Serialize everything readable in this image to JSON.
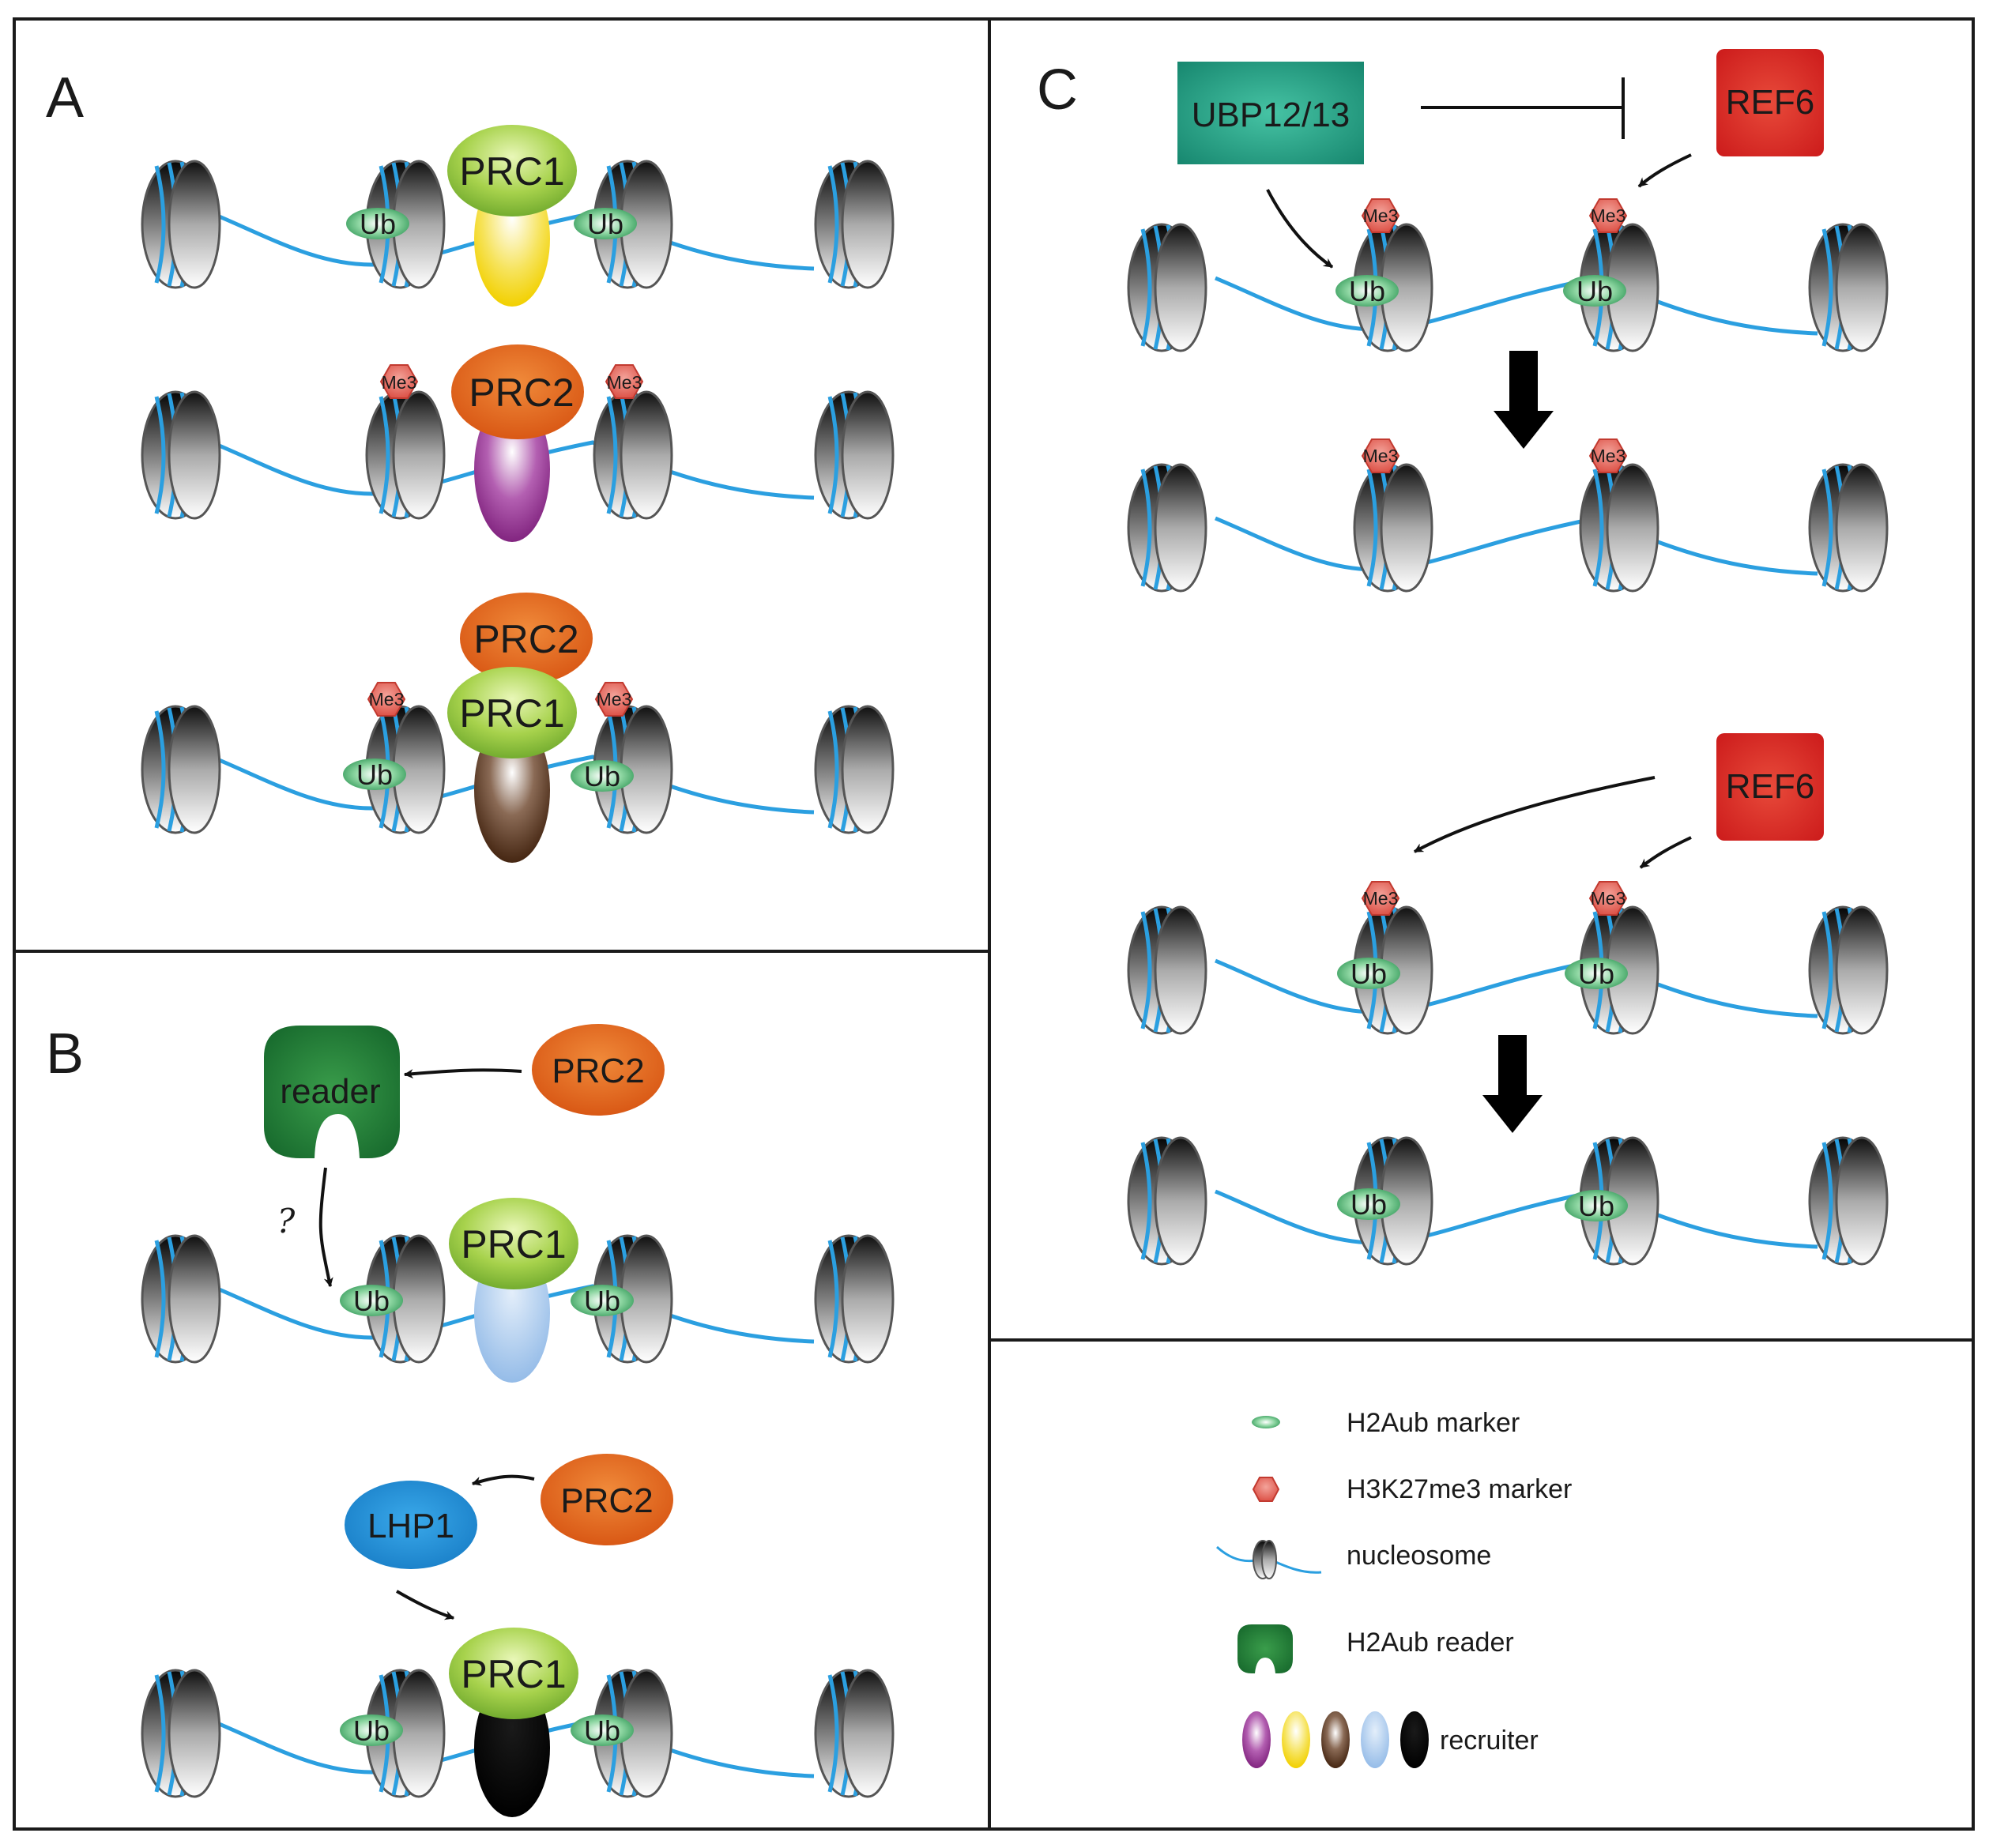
{
  "panels": {
    "a": "A",
    "b": "B",
    "c": "C"
  },
  "complexes": {
    "prc1": "PRC1",
    "prc2": "PRC2",
    "ubp": "UBP12/13",
    "ref6": "REF6",
    "reader": "reader",
    "lhp1": "LHP1"
  },
  "marks": {
    "ub": "Ub",
    "me3": "Me3"
  },
  "question_mark": "?",
  "legend": {
    "h2aub_marker": "H2Aub marker",
    "h3k27me3_marker": "H3K27me3 marker",
    "nucleosome": "nucleosome",
    "h2aub_reader": "H2Aub reader",
    "recruiter": "recruiter"
  },
  "colors": {
    "dna": "#2b9fe0",
    "ub": "#37a060",
    "me3": "#d9453a",
    "prc1": "#8cc23e",
    "prc2": "#e0631b",
    "ubp": "#1d9a80",
    "ref6": "#d52222",
    "reader": "#1f7d35",
    "lhp1": "#1e90d8",
    "recruiter_purple": "#8e2b8c",
    "recruiter_yellow": "#f2d000",
    "recruiter_brown": "#4e2a14",
    "recruiter_lightblue": "#9fc3ea",
    "recruiter_black": "#000000"
  }
}
